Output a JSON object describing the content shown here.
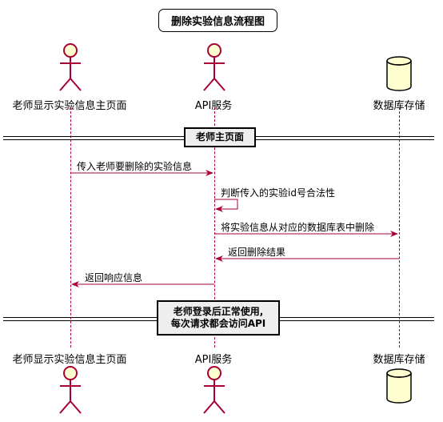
{
  "title": "删除实验信息流程图",
  "participants": [
    {
      "name": "老师显示实验信息主页面",
      "kind": "actor"
    },
    {
      "name": "API服务",
      "kind": "actor"
    },
    {
      "name": "数据库存储",
      "kind": "database"
    }
  ],
  "dividers": [
    {
      "lines": [
        "老师主页面"
      ]
    },
    {
      "lines": [
        "老师登录后正常使用,",
        "每次请求都会访问API"
      ]
    }
  ],
  "messages": [
    {
      "from": "老师显示实验信息主页面",
      "to": "API服务",
      "text": "传入老师要删除的实验信息"
    },
    {
      "from": "API服务",
      "to": "API服务",
      "text": "判断传入的实验id号合法性"
    },
    {
      "from": "API服务",
      "to": "数据库存储",
      "text": "将实验信息从对应的数据库表中删除"
    },
    {
      "from": "数据库存储",
      "to": "API服务",
      "text": "返回删除结果"
    },
    {
      "from": "API服务",
      "to": "老师显示实验信息主页面",
      "text": "返回响应信息"
    }
  ],
  "colors": {
    "line": "#a80036",
    "actor_fill": "#fefece",
    "divider_fill": "#eeeeee"
  }
}
